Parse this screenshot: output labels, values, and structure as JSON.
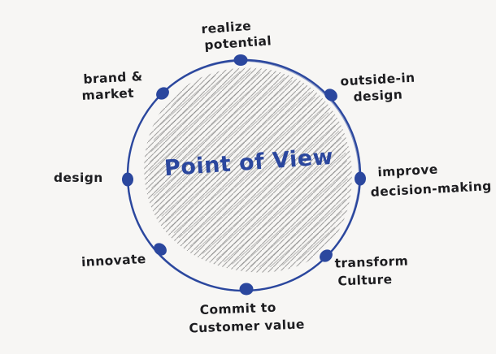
{
  "diagram": {
    "title": "Point of View",
    "nodes": [
      {
        "position": "top",
        "line1": "realize",
        "line2": "potential"
      },
      {
        "position": "top-right",
        "line1": "outside-in",
        "line2": "design"
      },
      {
        "position": "right",
        "line1": "improve",
        "line2": "decision-making"
      },
      {
        "position": "bottom-right",
        "line1": "transform",
        "line2": "Culture"
      },
      {
        "position": "bottom",
        "line1": "Commit to",
        "line2": "Customer value"
      },
      {
        "position": "bottom-left",
        "line1": "innovate"
      },
      {
        "position": "left",
        "line1": "design"
      },
      {
        "position": "top-left",
        "line1": "brand &",
        "line2": "market"
      }
    ],
    "colors": {
      "ink_blue": "#2b479e",
      "ink_black": "#1d1d20",
      "hatch_grey": "#8f8f8f",
      "background": "#f7f6f4"
    }
  }
}
